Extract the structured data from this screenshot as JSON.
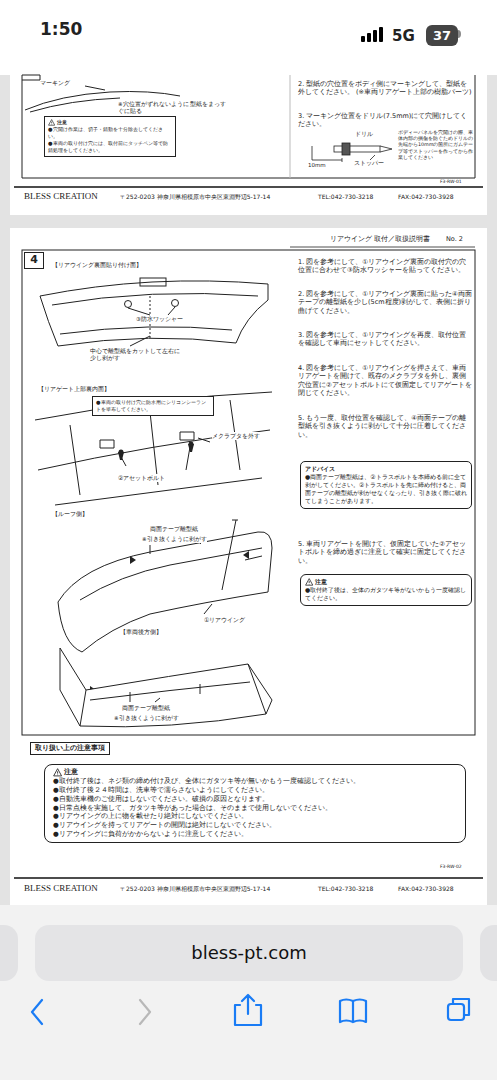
{
  "diagram": {
    "nodes": [
      {
        "text": [
          "37"
        ]
      },
      {
        "text": [
          "注意",
          "●穴開け作業は、切子・錆動を十分除去してください。",
          "●車両の取り付け穴には、取付前にタッチペン等で防錆処理をしてください。"
        ]
      },
      {
        "text": [
          "4"
        ]
      },
      {
        "text": [
          "●車両の取り付け穴に防水用にシリコンシーラントを塗布してください。"
        ]
      },
      {
        "text": [
          "アドバイス",
          "●両面テープ離型紙は、②トラスボルトを本締める前に全て剥がしてください。②トラスボルトを先に締め付けると、両面テープの離型紙が剥がせなくなったり、引き抜く際に破れてしまうことがあります。"
        ]
      },
      {
        "text": [
          "注意",
          "●取付終了後は、全体のガタツキ等がないかもう一度確認してください。"
        ]
      },
      {
        "text": [
          "取り扱い上の注意事項"
        ]
      },
      {
        "text": [
          "注意",
          "●取付終了後は、ネジ類の締め付け及び、全体にガタツキ等が無いかもう一度確認してください。",
          "●取付終了後２４時間は、洗車等で濡らさないようにしてください。",
          "●自動洗車機のご使用はしないでください。破損の原因となります。",
          "●日常点検を実施して、ガタツキ等があった場合は、そのままで使用しないでください。",
          "●リアウイングの上に物を載せたり絶対にしないでください。",
          "●リアウイングを持ってリアゲートの開閉は絶対にしないでください。",
          "●リアウイングに負荷がかからないように注意してください。"
        ]
      },
      {
        "text": [
          "bless-pt.com"
        ]
      }
    ],
    "labels": [
      "1:50",
      "5G",
      "マーキング",
      "※穴位置がずれないように 型紙をまっすぐに貼る",
      "2. 型紙の穴位置をボディ側にマーキングして、型紙を外してください。 (※車両リアゲート上部の樹脂パーツ)",
      "3. マーキング位置をドリル(7.5mm)にて穴開けしてください。",
      "10mm",
      "ドリル",
      "ストッパー",
      "ボディーパネルを穴開けの際、車体内部の損傷を防ぐためドリルの先端から10mmの箇所にガムテープ等でストッパーを作ってから作業してください",
      "F3-RW-01",
      "BLESS CREATION",
      "〒252-0203 神奈川県相模原市中央区東淵野辺5-17-14",
      "TEL:042-730-3218",
      "FAX:042-730-3928",
      "リアウイング 取付／取扱説明書",
      "No. 2",
      "【リアウイング裏面貼り付け面】",
      "③防水ワッシャー",
      "中心で離型紙をカットして左右に少し剥がす",
      "【リアゲート上部裏内面】",
      "メクラブタを外す",
      "②アセットボルト",
      "【ルーフ側】",
      "両面テープ離型紙",
      "※引き抜くように剥がす",
      "①リアウイング",
      "【車両後方側】",
      "両面テープ離型紙",
      "※引き抜くように剥がす",
      "1. 図を参考にして、①リアウイング裏面の取付穴の穴位置に合わせて③防水ワッシャーを貼ってください。",
      "2. 図を参考にして、①リアウイング裏面に貼った④両面テープの離型紙を少し(5cm程度)剥がして、表側に折り曲げてください。",
      "3. 図を参考にして、①リアウイングを再度、取付位置を確認して車両にセットしてください。",
      "4. 図を参考にして、①リアウイングを押さえて、車両リアゲートを開けて、既存のメクラブタを外し、裏側穴位置に②アセットボルトにて仮固定してリアゲートを閉じてください。",
      "5. もう一度、取付位置を確認して、④両面テープの離型紙を引き抜くように剥がして十分に圧着してください。",
      "5. 車両リアゲートを開けて、仮固定していた②アセットボルトを締め過ぎに注意して確実に固定してください。",
      "F3-RW-02",
      "BLESS CREATION",
      "〒252-0203 神奈川県相模原市中央区東淵野辺5-17-14",
      "TEL:042-730-3218",
      "FAX:042-730-3928"
    ]
  }
}
